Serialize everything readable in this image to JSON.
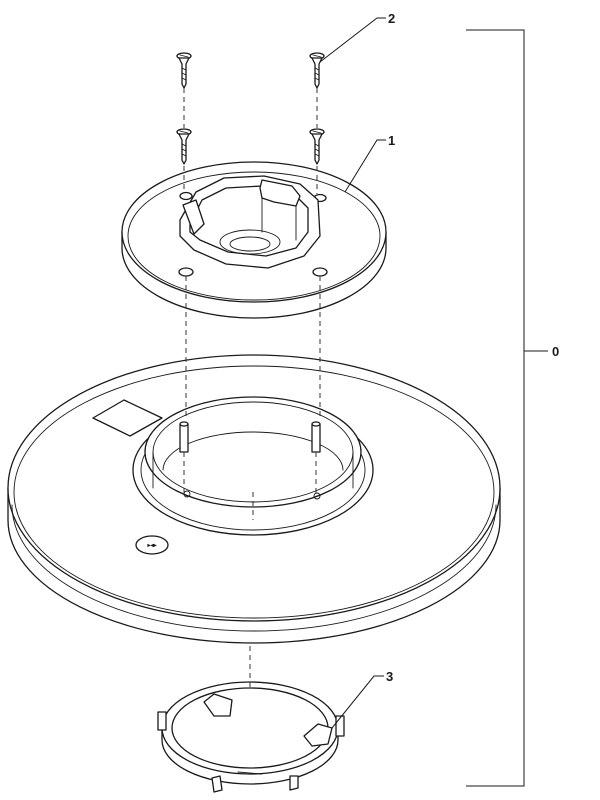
{
  "callouts": {
    "assembly": "0",
    "adapter_plate": "1",
    "screws": "2",
    "retaining_ring": "3"
  },
  "disc_marking": "▸◂▸"
}
